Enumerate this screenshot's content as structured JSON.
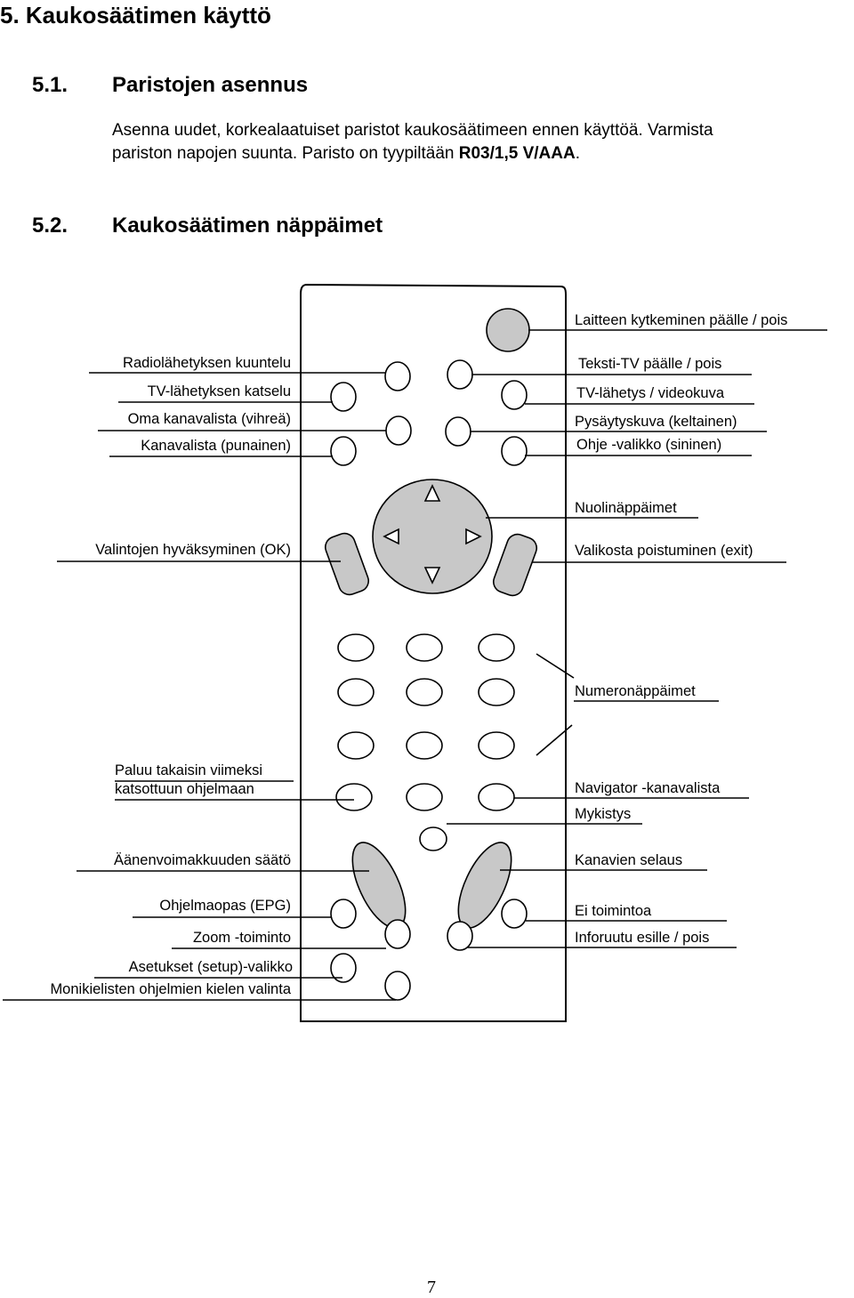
{
  "section_title": "5. Kaukosäätimen käyttö",
  "sub1": {
    "number": "5.1.",
    "title": "Paristojen asennus"
  },
  "intro": {
    "line1": "Asenna uudet, korkealaatuiset paristot kaukosäätimeen ennen käyttöä. Varmista",
    "line2_prefix": "pariston napojen suunta. Paristo on tyypiltään ",
    "battery_type": "R03/1,5 V/AAA",
    "line2_suffix": "."
  },
  "sub2": {
    "number": "5.2.",
    "title": "Kaukosäätimen näppäimet"
  },
  "labels": {
    "power": "Laitteen kytkeminen päälle / pois",
    "radio": "Radiolähetyksen kuuntelu",
    "tv": "TV-lähetyksen katselu",
    "fav_green": "Oma kanavalista (vihreä)",
    "list_red": "Kanavalista (punainen)",
    "teletext": "Teksti-TV päälle / pois",
    "tv_video": "TV-lähetys / videokuva",
    "freeze_yellow": "Pysäytyskuva (keltainen)",
    "help_blue": "Ohje -valikko (sininen)",
    "arrows": "Nuolinäppäimet",
    "ok": "Valintojen hyväksyminen (OK)",
    "exit": "Valikosta poistuminen (exit)",
    "numbers": "Numeronäppäimet",
    "recall_line1": "Paluu takaisin viimeksi",
    "recall_line2": "katsottuun ohjelmaan",
    "navigator": "Navigator -kanavalista",
    "mute": "Mykistys",
    "volume": "Äänenvoimakkuuden säätö",
    "channel_scroll": "Kanavien selaus",
    "epg": "Ohjelmaopas (EPG)",
    "no_function": "Ei toimintoa",
    "zoom": "Zoom -toiminto",
    "info": "Inforuutu esille / pois",
    "setup": "Asetukset (setup)-valikko",
    "multilang": "Monikielisten ohjelmien kielen valinta"
  },
  "page_number": "7"
}
